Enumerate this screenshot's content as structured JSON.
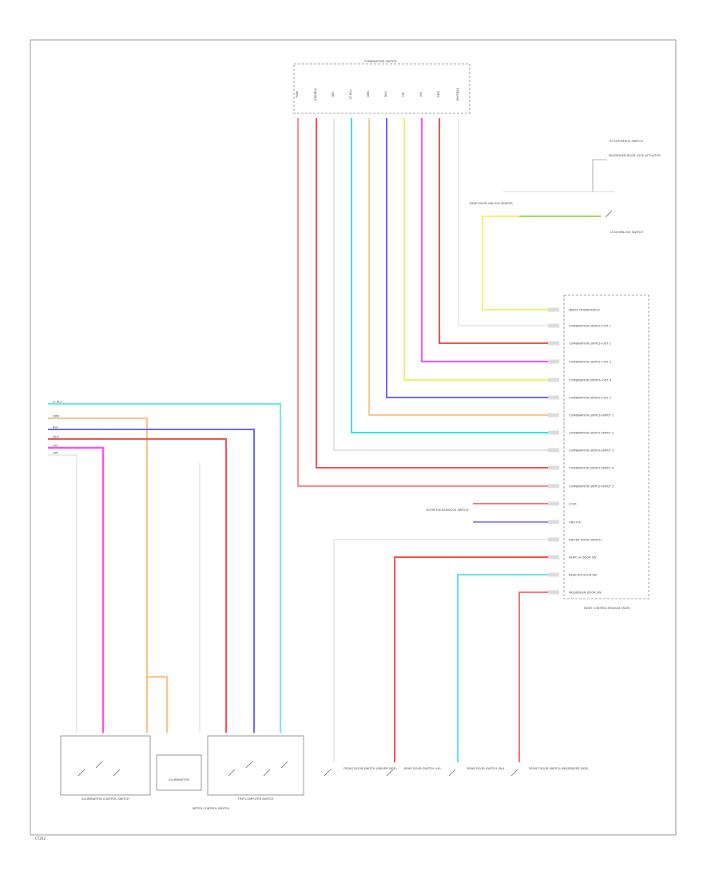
{
  "diagram": {
    "colors": {
      "pink": "#ff8c94",
      "red": "#ff4d4d",
      "gray": "#c8c8c8",
      "cyan": "#33e0e6",
      "orange": "#ffb066",
      "blue": "#6a6aff",
      "yellow": "#f6f06a",
      "magenta": "#ff4dff",
      "green": "#9be05a",
      "light_gray": "#d8d8d8"
    },
    "top_connector": {
      "title": "COMBINATION SWITCH",
      "pin_labels": [
        "PINK",
        "RED/BLU",
        "GRY",
        "LT BLU",
        "ORN",
        "BLU",
        "YEL",
        "VIO",
        "RED",
        "WHT/BLK"
      ]
    },
    "control_unit_pins": [
      "WHITE TRUNK/HATCH",
      "COMBINATION SWITCH OUT 1",
      "COMBINATION SWITCH OUT 2",
      "COMBINATION SWITCH OUT 3",
      "COMBINATION SWITCH OUT 4",
      "COMBINATION SWITCH OUT 5",
      "COMBINATION SWITCH INPUT 1",
      "COMBINATION SWITCH INPUT 2",
      "COMBINATION SWITCH INPUT 3",
      "COMBINATION SWITCH INPUT 4",
      "COMBINATION SWITCH INPUT 5",
      "LOCK",
      "UNLOCK",
      "DRIVER DOOR SWITCH",
      "REAR LH DOOR SW",
      "REAR RH DOOR SW",
      "PASSENGER DOOR SW"
    ],
    "control_unit_label": "BODY CONTROL MODULE (BCM)",
    "top_right_labels": [
      "TO AUTOMATIC SWITCH",
      "PASSENGER DOOR LOCK ACTUATOR",
      "REAR DOOR UNLOCK SENSOR",
      "LOCK/UNLOCK SWITCH"
    ],
    "lock_unlock_switch_label": "DOOR LOCK/UNLOCK SWITCH",
    "left_connector_labels": [
      "LT BLU",
      "ORN",
      "BLU",
      "RED",
      "VIO",
      "GRY"
    ],
    "bottom_components": {
      "illumination_control_switch": "ILLUMINATION CONTROL SWITCH",
      "illumination": "ILLUMINATION",
      "trip_computer_switch": "TRIP COMPUTER SWITCH",
      "meter_control_switch": "METER CONTROL SWITCH",
      "driver_door_switch": "FRONT DOOR SWITCH (DRIVER SIDE)",
      "rear_lh_door_switch": "REAR DOOR SWITCH (LH)",
      "rear_rh_door_switch": "REAR DOOR SWITCH (RH)",
      "passenger_door_switch": "FRONT DOOR SWITCH (PASSENGER SIDE)"
    },
    "footer_code": "CT202"
  }
}
